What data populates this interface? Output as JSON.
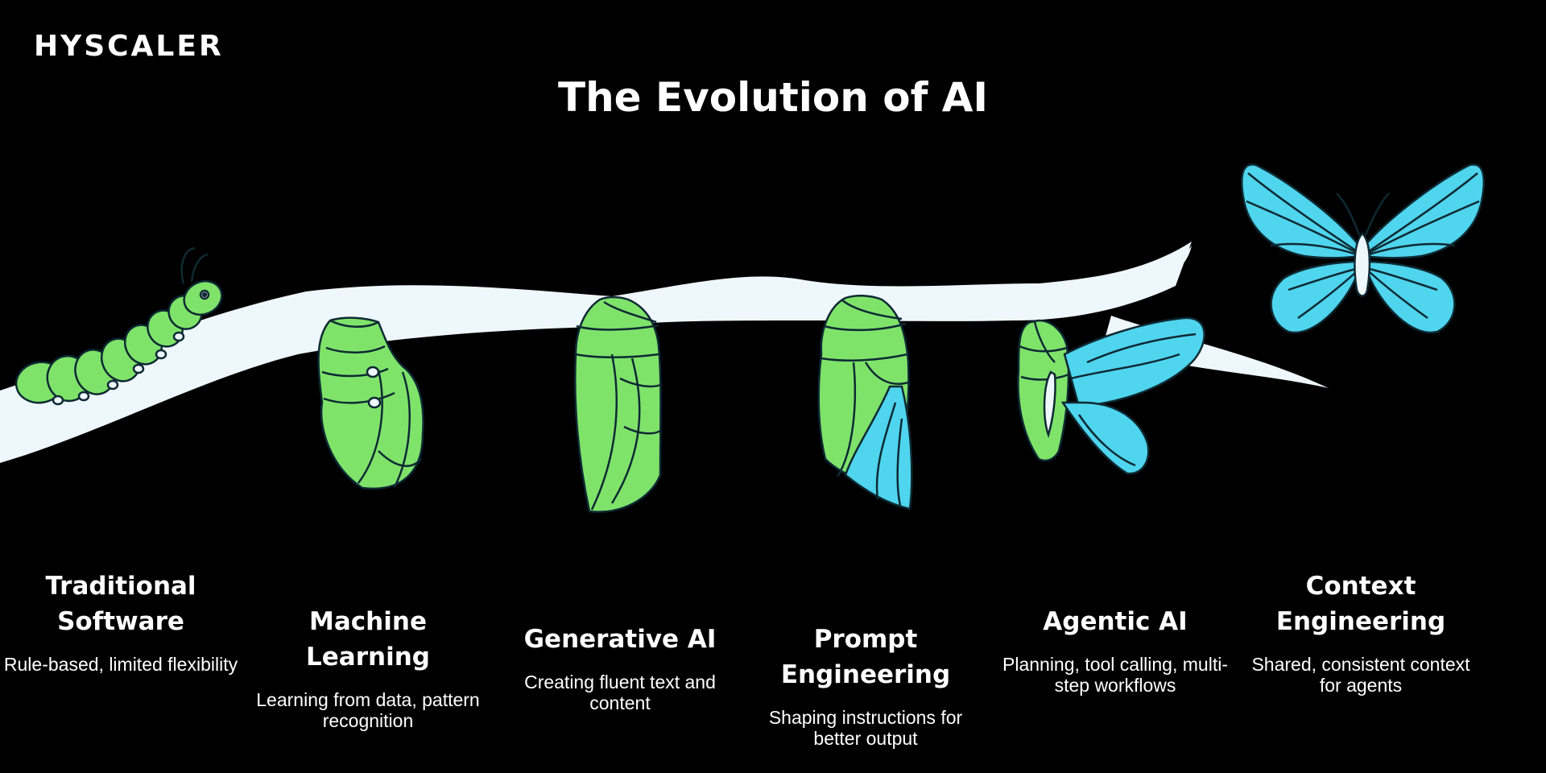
{
  "brand": {
    "logo_text": "HYSCALER"
  },
  "title": "The Evolution of AI",
  "colors": {
    "background": "#000000",
    "branch": "#EEF7FB",
    "caterpillar_green": "#7FE36A",
    "wing_blue": "#4FD5EE",
    "outline": "#0E2A33"
  },
  "stages": [
    {
      "name": "Traditional Software",
      "description": "Rule-based, limited flexibility",
      "illustration": "caterpillar"
    },
    {
      "name": "Machine Learning",
      "description": "Learning from data, pattern recognition",
      "illustration": "curled-caterpillar"
    },
    {
      "name": "Generative AI",
      "description": "Creating fluent text and content",
      "illustration": "chrysalis"
    },
    {
      "name": "Prompt Engineering",
      "description": "Shaping instructions for better output",
      "illustration": "chrysalis-with-wing"
    },
    {
      "name": "Agentic AI",
      "description": "Planning, tool calling, multi-step workflows",
      "illustration": "emerging-butterfly"
    },
    {
      "name": "Context Engineering",
      "description": "Shared, consistent context for agents",
      "illustration": "butterfly"
    }
  ]
}
